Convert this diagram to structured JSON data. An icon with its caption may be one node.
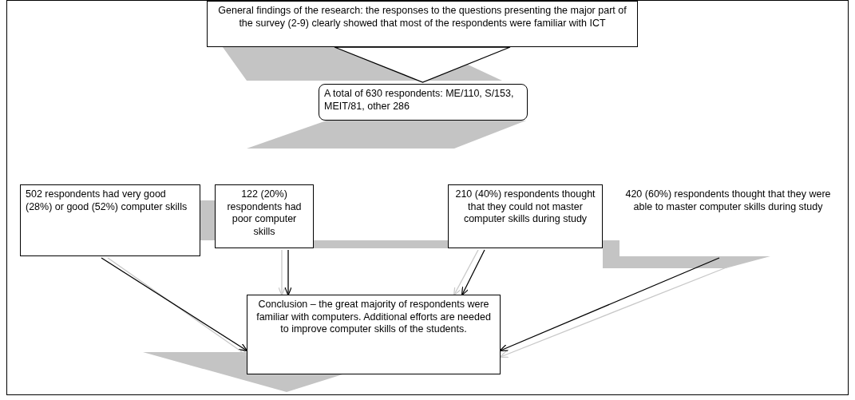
{
  "diagram": {
    "nodes": [
      {
        "text": [
          "General findings of the research: the responses to the questions presenting the major part of the survey (2-9) clearly showed that most of the respondents were familiar with ICT"
        ]
      },
      {
        "text": [
          "A total of 630 respondents: ME/110, S/153, MEIT/81, other 286"
        ]
      },
      {
        "text": [
          "502 respondents had very good (28%) or good (52%) computer skills"
        ]
      },
      {
        "text": [
          "122 (20%) respondents had poor computer skills"
        ]
      },
      {
        "text": [
          "210 (40%) respondents thought that they could not master computer skills during study"
        ]
      },
      {
        "text": [
          "420 (60%) respondents thought that they were able to master computer skills during study"
        ]
      },
      {
        "text": [
          "Conclusion – the great majority of respondents were familiar with computers. Additional efforts are needed to improve computer skills of the students."
        ]
      }
    ],
    "edges": [
      {
        "from": 0,
        "to": 1,
        "arrow": "to"
      },
      {
        "from": 2,
        "to": 6,
        "arrow": "to",
        "color": "#c8c8c8"
      },
      {
        "from": 2,
        "to": 6,
        "arrow": "to",
        "color": "#000000"
      },
      {
        "from": 3,
        "to": 6,
        "arrow": "to",
        "color": "#c8c8c8"
      },
      {
        "from": 3,
        "to": 6,
        "arrow": "to",
        "color": "#000000"
      },
      {
        "from": 4,
        "to": 6,
        "arrow": "to",
        "color": "#c8c8c8"
      },
      {
        "from": 4,
        "to": 6,
        "arrow": "to",
        "color": "#000000"
      },
      {
        "from": 5,
        "to": 6,
        "arrow": "to",
        "color": "#000000"
      },
      {
        "from": 5,
        "to": 6,
        "arrow": "to",
        "color": "#c8c8c8"
      }
    ]
  }
}
